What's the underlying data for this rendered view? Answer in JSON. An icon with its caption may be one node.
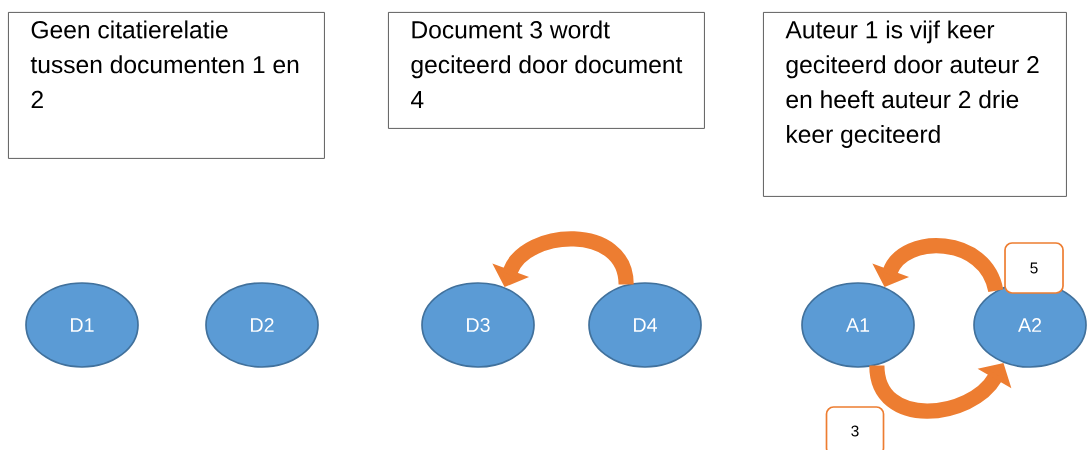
{
  "diagram": {
    "nodes": [
      {
        "text": [
          "Geen citatierelatie tussen documenten 1 en 2"
        ]
      },
      {
        "text": [
          "Document 3 wordt geciteerd door document 4"
        ]
      },
      {
        "text": [
          "Auteur 1 is vijf keer geciteerd door auteur 2 en heeft auteur 2 drie keer geciteerd"
        ]
      },
      {
        "text": [
          "D1"
        ]
      },
      {
        "text": [
          "D2"
        ]
      },
      {
        "text": [
          "D3"
        ]
      },
      {
        "text": [
          "D4"
        ]
      },
      {
        "text": [
          "A1"
        ]
      },
      {
        "text": [
          "A2"
        ]
      },
      {
        "text": [
          "5"
        ]
      },
      {
        "text": [
          "3"
        ]
      }
    ],
    "edges": [
      {
        "from": 6,
        "to": 5,
        "arrow": "to"
      },
      {
        "from": 8,
        "to": 7,
        "arrow": "to"
      },
      {
        "from": 7,
        "to": 8,
        "arrow": "to"
      }
    ]
  }
}
